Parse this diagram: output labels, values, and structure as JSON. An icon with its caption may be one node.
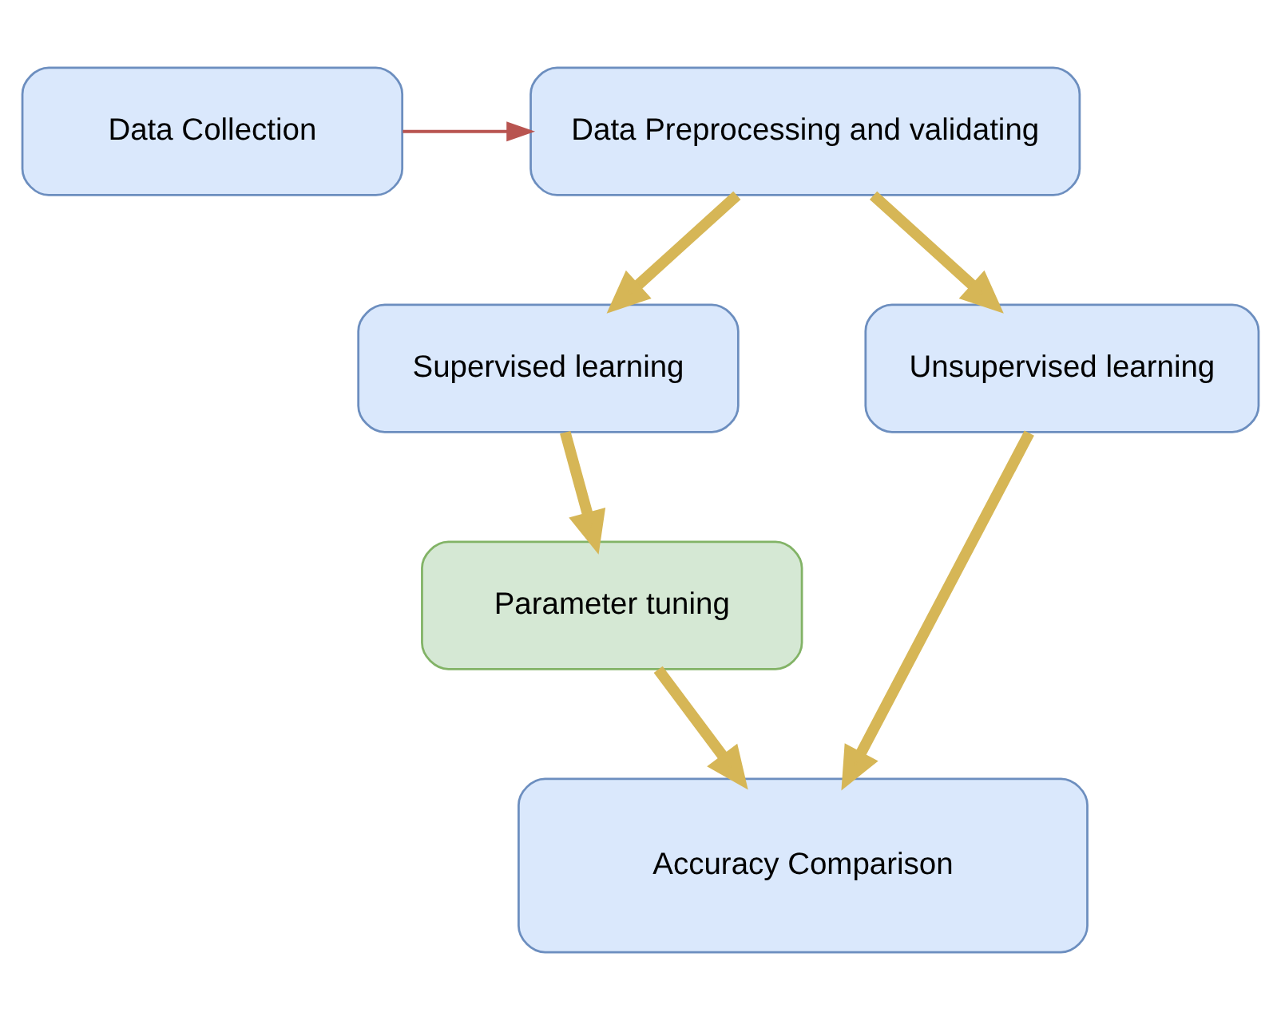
{
  "diagram": {
    "nodes": [
      {
        "text": [
          "Data Collection"
        ]
      },
      {
        "text": [
          "Data Preprocessing and validating"
        ]
      },
      {
        "text": [
          "Supervised learning"
        ]
      },
      {
        "text": [
          "Unsupervised learning"
        ]
      },
      {
        "text": [
          "Parameter tuning"
        ]
      },
      {
        "text": [
          "Accuracy Comparison"
        ]
      }
    ],
    "edges": [
      {
        "from": 0,
        "to": 1,
        "arrow": "to",
        "color": "#b85450"
      },
      {
        "from": 1,
        "to": 2,
        "arrow": "to"
      },
      {
        "from": 1,
        "to": 3,
        "arrow": "to"
      },
      {
        "from": 2,
        "to": 4,
        "arrow": "to"
      },
      {
        "from": 4,
        "to": 5,
        "arrow": "to"
      },
      {
        "from": 3,
        "to": 5,
        "arrow": "to"
      }
    ]
  }
}
